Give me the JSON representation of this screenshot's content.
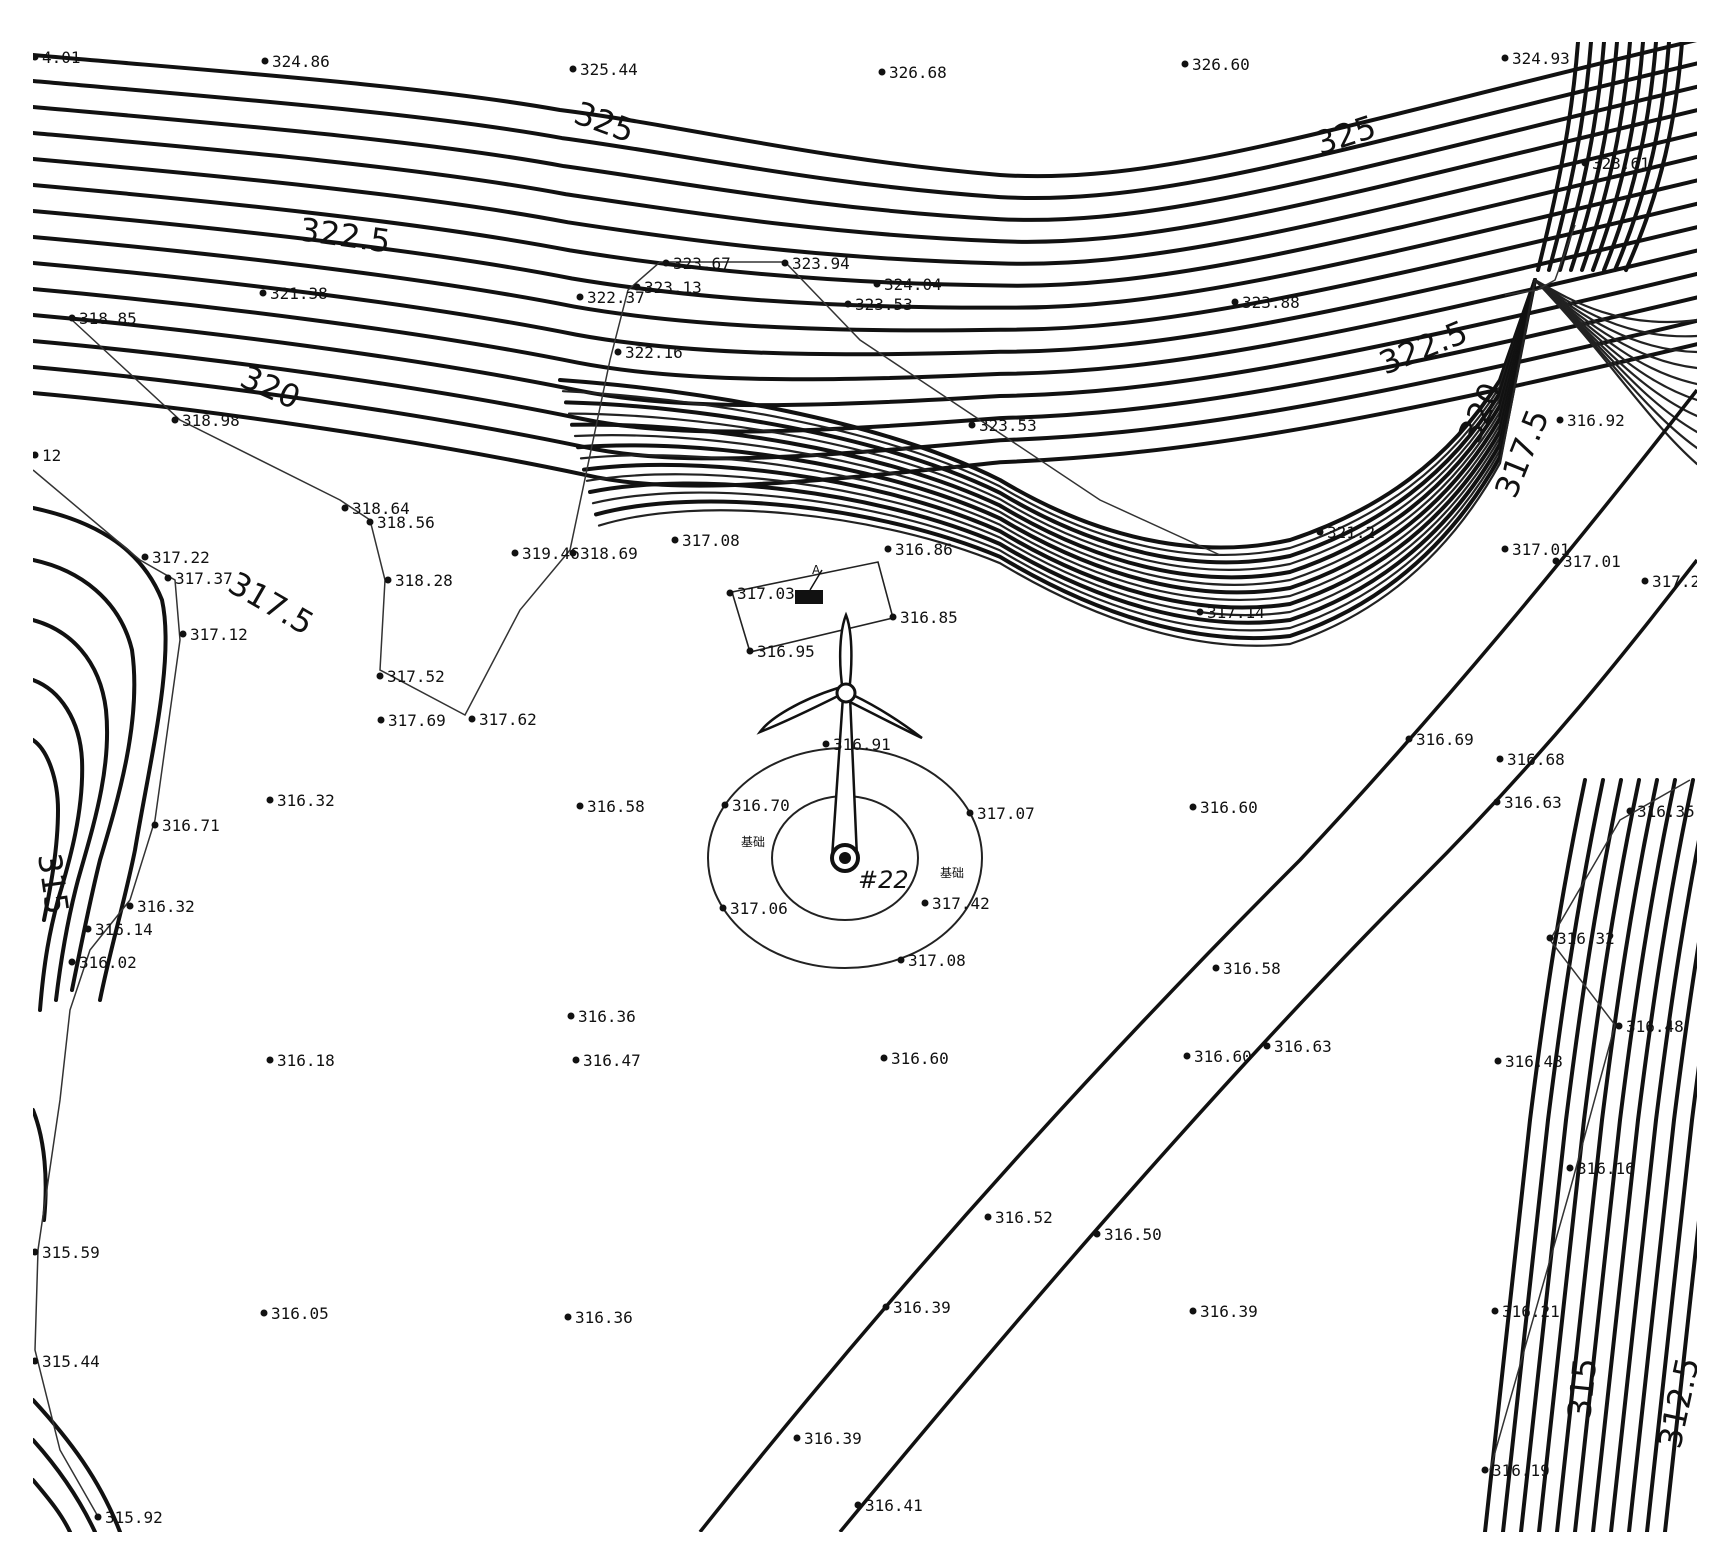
{
  "map": {
    "turbine_id": "#22",
    "foundation_label": "基础",
    "marker_label": "A",
    "contour_labels": [
      {
        "text": "325"
      },
      {
        "text": "325"
      },
      {
        "text": "322.5"
      },
      {
        "text": "322.5"
      },
      {
        "text": "320"
      },
      {
        "text": "320"
      },
      {
        "text": "317.5"
      },
      {
        "text": "317.5"
      },
      {
        "text": "315"
      },
      {
        "text": "315"
      },
      {
        "text": "312.5"
      }
    ],
    "points": [
      {
        "label": "4.01"
      },
      {
        "label": "324.86"
      },
      {
        "label": "325.44"
      },
      {
        "label": "326.68"
      },
      {
        "label": "326.60"
      },
      {
        "label": "324.93"
      },
      {
        "label": "323.61"
      },
      {
        "label": "323.67"
      },
      {
        "label": "323.94"
      },
      {
        "label": "324.04"
      },
      {
        "label": "321.38"
      },
      {
        "label": "322.37"
      },
      {
        "label": "323.13"
      },
      {
        "label": "323.53"
      },
      {
        "label": "323.88"
      },
      {
        "label": "318.85"
      },
      {
        "label": "322.16"
      },
      {
        "label": "318.98"
      },
      {
        "label": "323.53"
      },
      {
        "label": "316.92"
      },
      {
        "label": "12"
      },
      {
        "label": "318.64"
      },
      {
        "label": "318.56"
      },
      {
        "label": "317.08"
      },
      {
        "label": "317.22"
      },
      {
        "label": "317.37"
      },
      {
        "label": "318.28"
      },
      {
        "label": "319.46"
      },
      {
        "label": "318.69"
      },
      {
        "label": "317.03"
      },
      {
        "label": "316.86"
      },
      {
        "label": "316.85"
      },
      {
        "label": "321.2"
      },
      {
        "label": "317.01"
      },
      {
        "label": "317.01"
      },
      {
        "label": "317.2"
      },
      {
        "label": "317.12"
      },
      {
        "label": "316.95"
      },
      {
        "label": "317.14"
      },
      {
        "label": "317.52"
      },
      {
        "label": "317.69"
      },
      {
        "label": "317.62"
      },
      {
        "label": "316.91"
      },
      {
        "label": "316.69"
      },
      {
        "label": "316.68"
      },
      {
        "label": "316.32"
      },
      {
        "label": "316.58"
      },
      {
        "label": "316.70"
      },
      {
        "label": "317.07"
      },
      {
        "label": "316.60"
      },
      {
        "label": "316.63"
      },
      {
        "label": "316.35"
      },
      {
        "label": "316.71"
      },
      {
        "label": "316.32"
      },
      {
        "label": "316.14"
      },
      {
        "label": "317.06"
      },
      {
        "label": "317.42"
      },
      {
        "label": "316.02"
      },
      {
        "label": "317.08"
      },
      {
        "label": "316.58"
      },
      {
        "label": "316.32"
      },
      {
        "label": "316.36"
      },
      {
        "label": "316.18"
      },
      {
        "label": "316.47"
      },
      {
        "label": "316.60"
      },
      {
        "label": "316.60"
      },
      {
        "label": "316.63"
      },
      {
        "label": "316.48"
      },
      {
        "label": "316.48"
      },
      {
        "label": "316.16"
      },
      {
        "label": "316.52"
      },
      {
        "label": "316.50"
      },
      {
        "label": "315.59"
      },
      {
        "label": "316.05"
      },
      {
        "label": "316.36"
      },
      {
        "label": "316.39"
      },
      {
        "label": "316.39"
      },
      {
        "label": "316.21"
      },
      {
        "label": "315.44"
      },
      {
        "label": "316.39"
      },
      {
        "label": "316.19"
      },
      {
        "label": "316.41"
      },
      {
        "label": "315.92"
      }
    ]
  }
}
